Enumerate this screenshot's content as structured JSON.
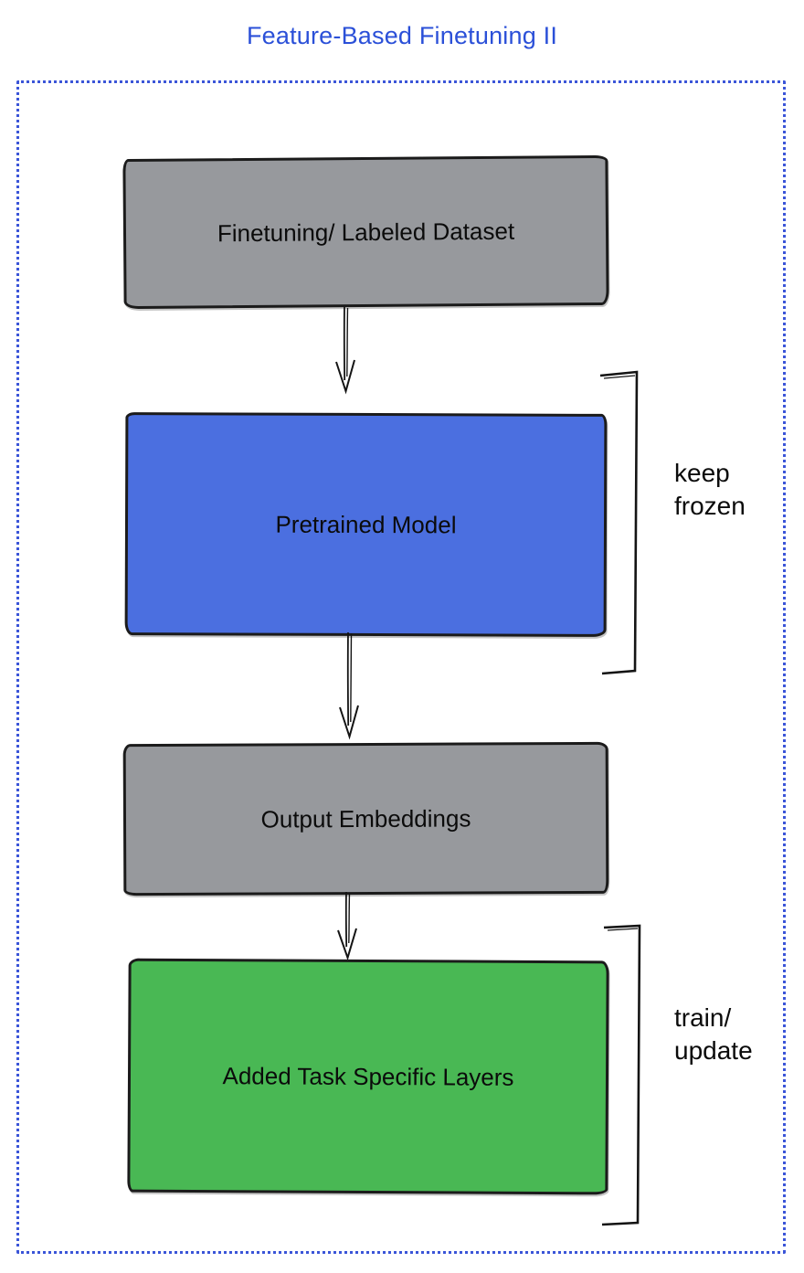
{
  "title": "Feature-Based Finetuning II",
  "nodes": [
    {
      "id": "finetuning-dataset",
      "label": "Finetuning/ Labeled Dataset",
      "fill": "#97999d"
    },
    {
      "id": "pretrained-model",
      "label": "Pretrained Model",
      "fill": "#4b6fe0"
    },
    {
      "id": "output-embeddings",
      "label": "Output Embeddings",
      "fill": "#97999d"
    },
    {
      "id": "added-task-specific-layers",
      "label": "Added Task Specific Layers",
      "fill": "#49b854"
    }
  ],
  "annotations": [
    {
      "id": "keep-frozen",
      "label": "keep frozen"
    },
    {
      "id": "train-update",
      "label": "train/ update"
    }
  ],
  "icons": [
    {
      "name": "arrow-down-icon"
    },
    {
      "name": "right-bracket-icon"
    }
  ],
  "colors": {
    "title_text": "#2b50d8",
    "frame_border": "#3b55d8",
    "outline_stroke": "#141414",
    "label_text": "#0b0b0b",
    "background": "#ffffff"
  }
}
